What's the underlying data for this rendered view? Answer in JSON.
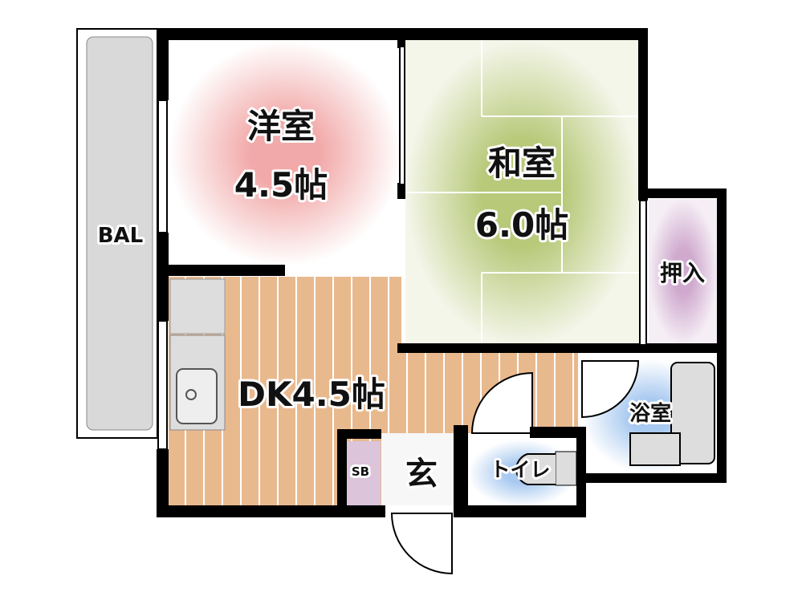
{
  "rooms": {
    "western": {
      "name": "洋室",
      "size": "4.5帖",
      "color": "#f4b8b8"
    },
    "japanese": {
      "name": "和室",
      "size": "6.0帖",
      "color": "#c4d38e"
    },
    "closet": {
      "name": "押入",
      "color": "#d7b9d6"
    },
    "balcony": {
      "name": "BAL"
    },
    "dk": {
      "name": "DK4.5帖",
      "color": "#e8b283"
    },
    "bath": {
      "name": "浴室",
      "color": "#b7d3f2"
    },
    "entrance": {
      "name": "玄"
    },
    "shoe_box": {
      "name": "SB",
      "color": "#d7b9d6"
    },
    "toilet": {
      "name": "トイレ",
      "color": "#b7d3f2"
    }
  }
}
